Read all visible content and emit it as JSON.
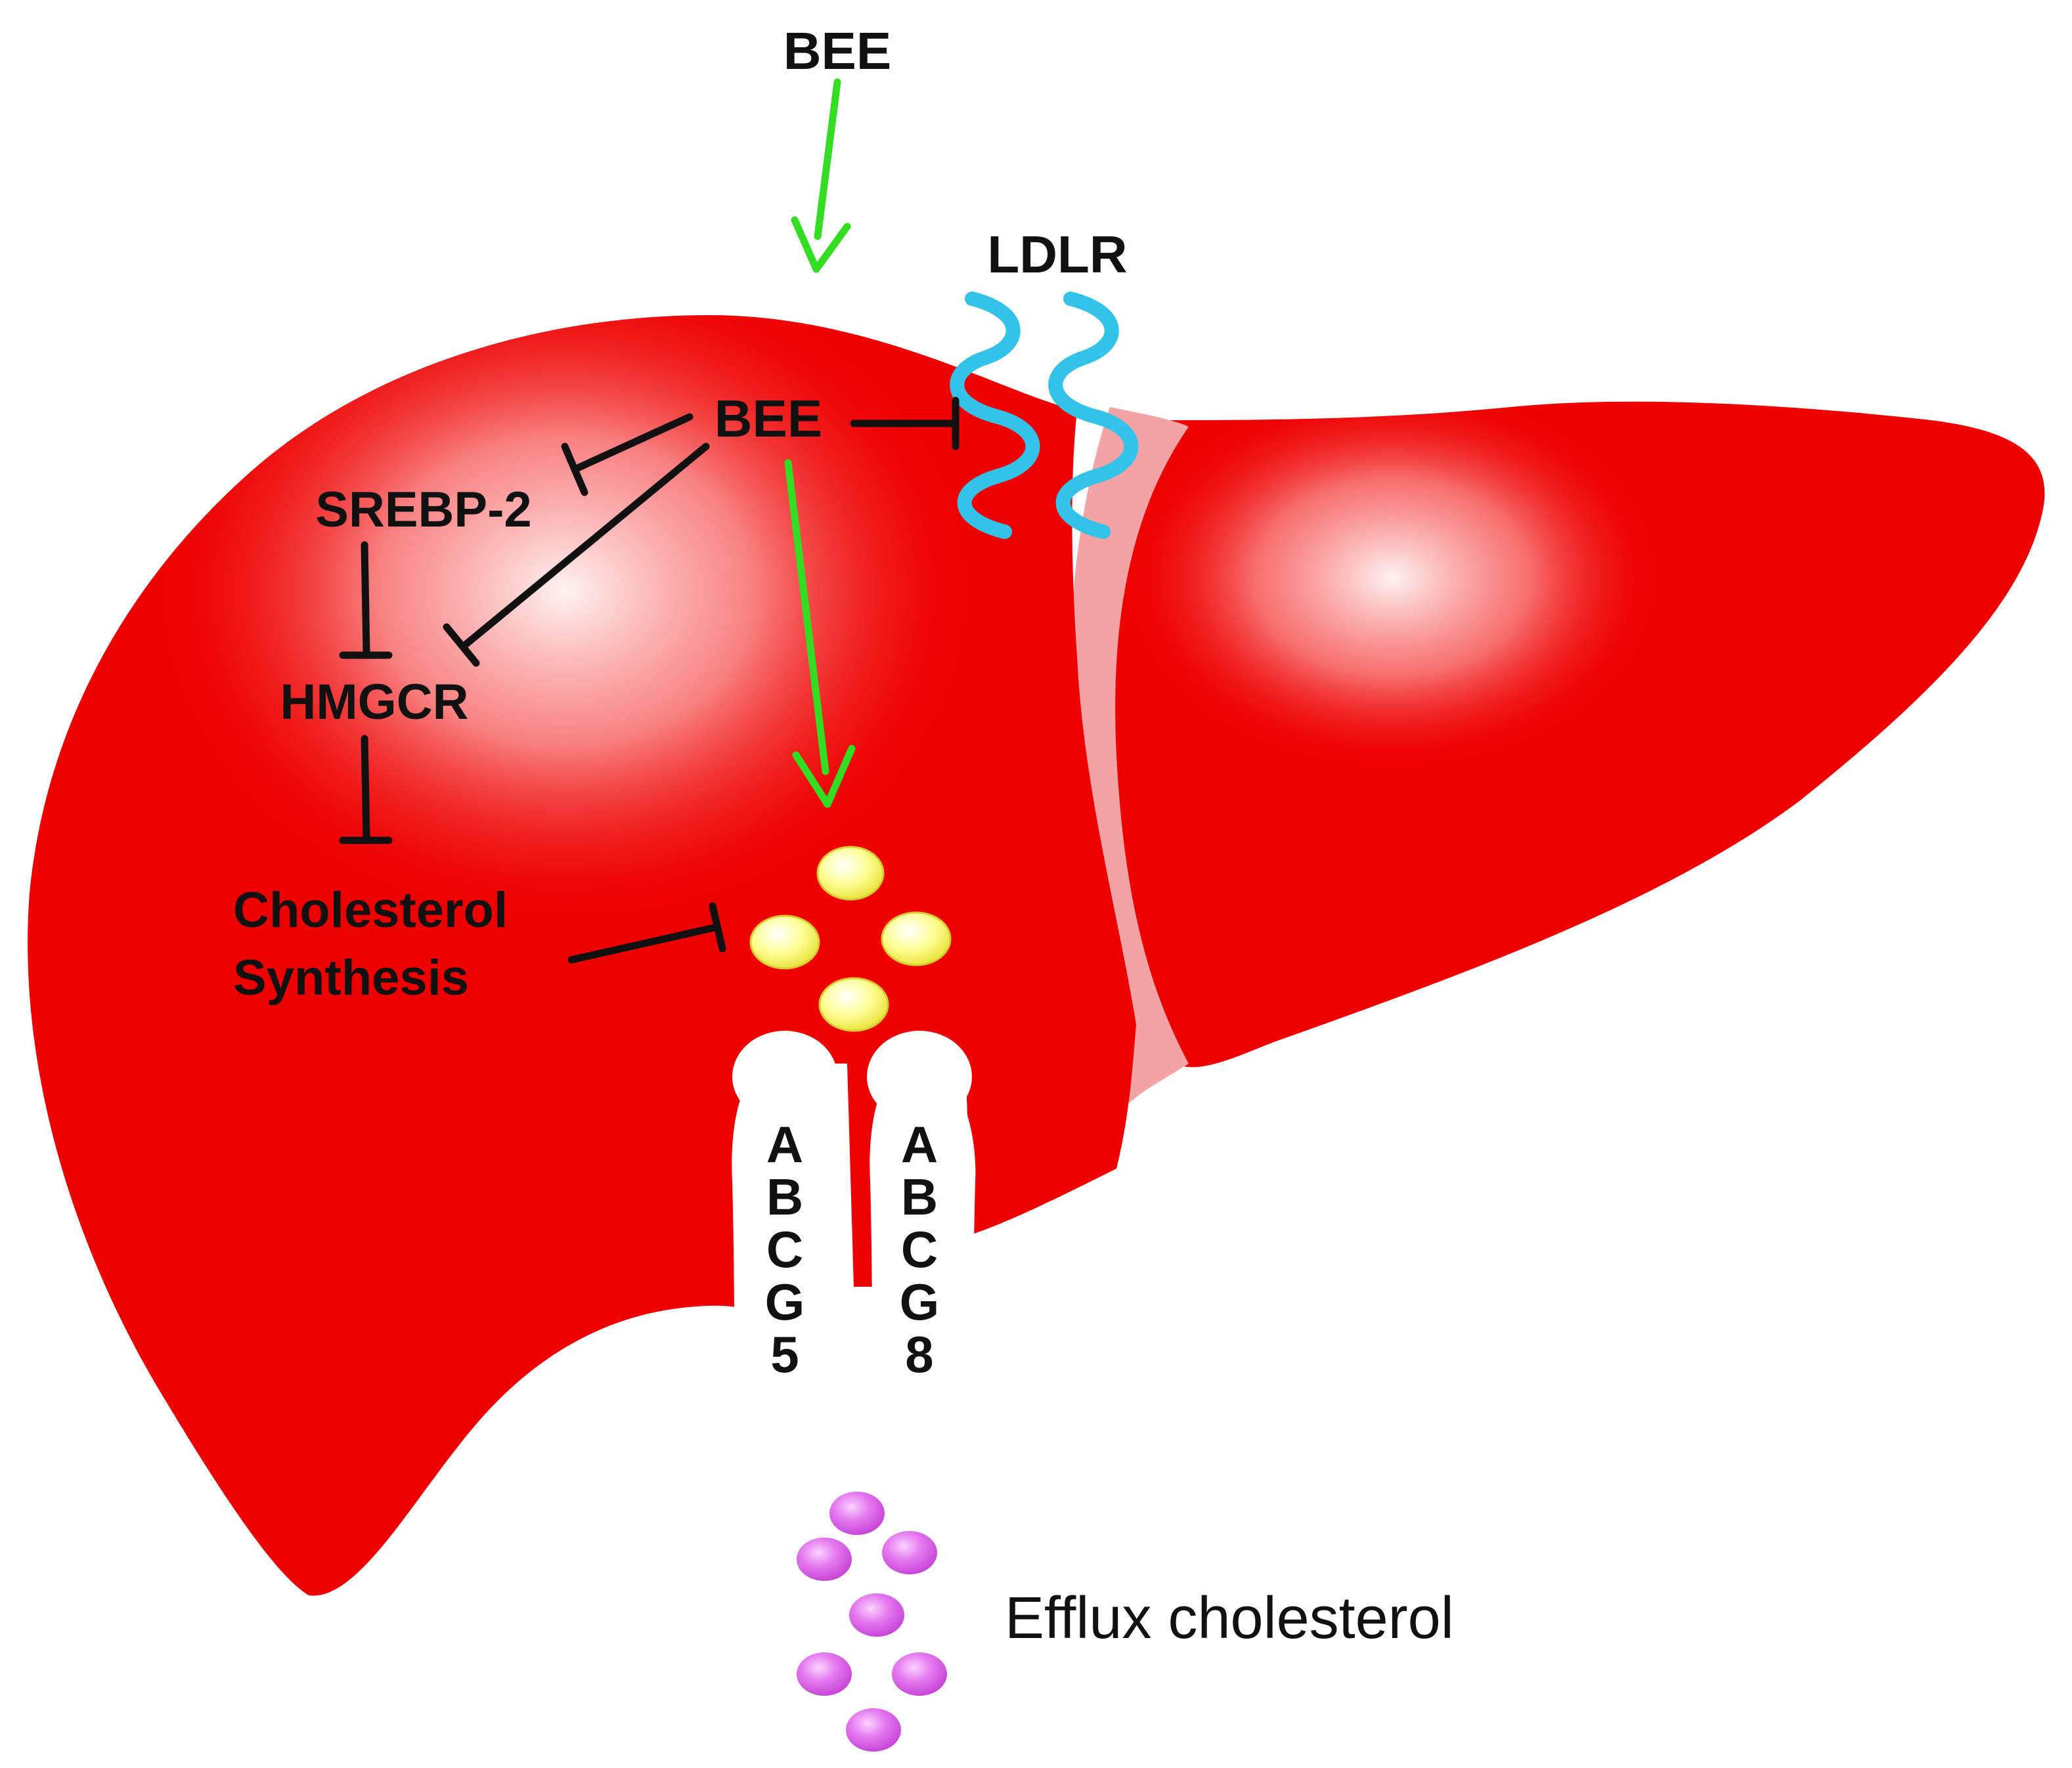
{
  "labels": {
    "bee_outside": "BEE",
    "ldlr": "LDLR",
    "bee_inside": "BEE",
    "srebp2": "SREBP-2",
    "hmgcr": "HMGCR",
    "chol_line1": "Cholesterol",
    "chol_line2": "Synthesis",
    "abcg5": [
      "A",
      "B",
      "C",
      "G",
      "5"
    ],
    "abcg8": [
      "A",
      "B",
      "C",
      "G",
      "8"
    ],
    "efflux": "Efflux cholesterol"
  },
  "colors": {
    "liver": "#ee0000",
    "liver_dark": "#d40000",
    "ligament": "#f3a3a3",
    "activation_arrow": "#33dd22",
    "inhibition_line": "#111111",
    "ldlr_receptor": "#33c3e8",
    "cholesterol_droplet": "#ffff88",
    "efflux_particle": "#e064ef",
    "transporter": "#ffffff"
  }
}
